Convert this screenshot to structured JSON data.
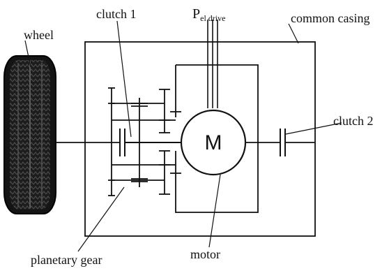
{
  "labels": {
    "wheel": "wheel",
    "clutch1": "clutch 1",
    "power_main": "P",
    "power_sub": "el drive",
    "casing": "common casing",
    "clutch2": "clutch 2",
    "motor_letter": "M",
    "planetary": "planetary gear",
    "motor": "motor"
  }
}
